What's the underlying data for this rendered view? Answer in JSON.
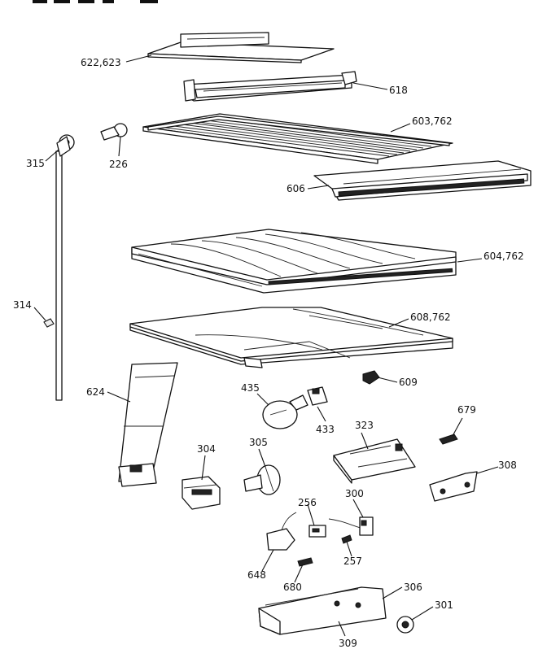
{
  "callouts": {
    "c622": "622,623",
    "c618": "618",
    "c603": "603,762",
    "c315": "315",
    "c226": "226",
    "c606": "606",
    "c604": "604,762",
    "c314": "314",
    "c608": "608,762",
    "c609": "609",
    "c624": "624",
    "c435": "435",
    "c433": "433",
    "c679": "679",
    "c323": "323",
    "c304": "304",
    "c305": "305",
    "c308": "308",
    "c300": "300",
    "c256": "256",
    "c257": "257",
    "c648": "648",
    "c680": "680",
    "c306": "306",
    "c301": "301",
    "c309": "309"
  }
}
